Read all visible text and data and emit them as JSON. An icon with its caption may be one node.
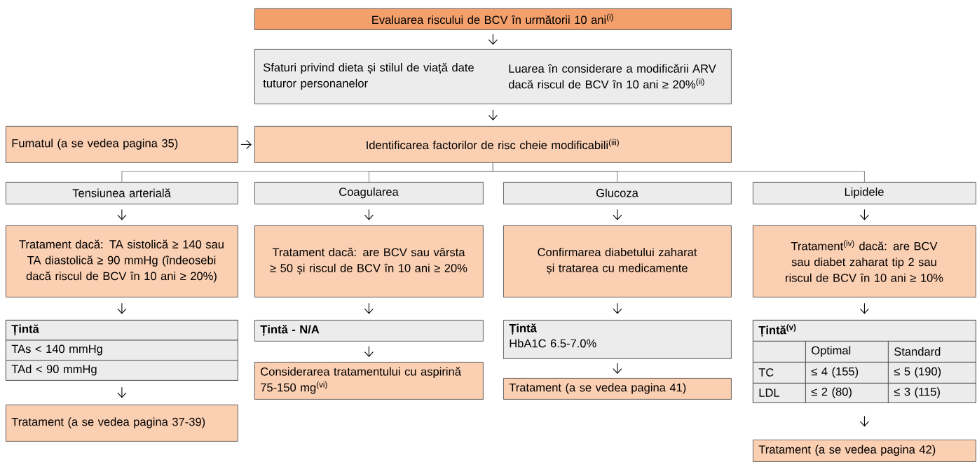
{
  "diagram": {
    "nodes": [
      {
        "text": [
          "Evaluarea riscului de BCV în următorii 10 ani$^{(i)}$"
        ]
      },
      {
        "text": [
          "Sfaturi privind dieta și stilul de viață date tuturor personanelor",
          "Luarea în considerare a modificării ARV dacă riscul de BCV în 10 ani ≥ 20%$^{(ii)}$"
        ]
      },
      {
        "text": [
          "Fumatul (a se vedea pagina 35)"
        ]
      },
      {
        "text": [
          "Identificarea factorilor de risc cheie modificabili$^{(iii)}$"
        ]
      },
      {
        "text": [
          "Tensiunea arterială"
        ]
      },
      {
        "text": [
          "Coagularea"
        ]
      },
      {
        "text": [
          "Glucoza"
        ]
      },
      {
        "text": [
          "Lipidele"
        ]
      },
      {
        "text": [
          "Tratament dacă: TA sistolică ≥ 140 sau TA diastolică ≥ 90 mmHg (îndeosebi dacă riscul de BCV în 10 ani ≥ 20%)"
        ]
      },
      {
        "text": [
          "Tratament dacă: are BCV sau vârsta ≥ 50 și riscul de BCV în 10 ani ≥ 20%"
        ]
      },
      {
        "text": [
          "Confirmarea diabetului zaharat și tratarea cu medicamente"
        ]
      },
      {
        "text": [
          "Tratament$^{(iv)}$ dacă: are BCV sau diabet zaharat tip 2 sau riscul de BCV în 10 ani ≥ 10%"
        ]
      },
      {
        "text": [
          "Țintă",
          "TAs < 140 mmHg",
          "TAd < 90 mmHg"
        ]
      },
      {
        "text": [
          "Țintă - N/A"
        ]
      },
      {
        "text": [
          "Țintă",
          "HbA1C 6.5-7.0%"
        ]
      },
      {
        "text": [
          "Țintă$^{(v)}$",
          "Optimal",
          "Standard",
          "TC",
          "≤ 4 (155)",
          "≤ 5 (190)",
          "LDL",
          "≤ 2 (80)",
          "≤ 3 (115)"
        ]
      },
      {
        "text": [
          "Tratament (a se vedea pagina 37-39)"
        ]
      },
      {
        "text": [
          "Considerarea tratamentului cu aspirină 75-150 mg$^{(vi)}$"
        ]
      },
      {
        "text": [
          "Tratament (a se vedea pagina 41)"
        ]
      },
      {
        "text": [
          "Tratament (a se vedea pagina 42)"
        ]
      }
    ],
    "edges": [
      {
        "from": 0,
        "to": 1,
        "arrow": "to"
      },
      {
        "from": 1,
        "to": 3,
        "arrow": "to"
      },
      {
        "from": 2,
        "to": 3,
        "arrow": "to"
      },
      {
        "from": 3,
        "to": 4,
        "arrow": "none",
        "color": "#8c8c8c"
      },
      {
        "from": 3,
        "to": 5,
        "arrow": "none",
        "color": "#8c8c8c"
      },
      {
        "from": 3,
        "to": 6,
        "arrow": "none",
        "color": "#8c8c8c"
      },
      {
        "from": 3,
        "to": 7,
        "arrow": "none",
        "color": "#8c8c8c"
      },
      {
        "from": 4,
        "to": 8,
        "arrow": "to"
      },
      {
        "from": 5,
        "to": 9,
        "arrow": "to"
      },
      {
        "from": 6,
        "to": 10,
        "arrow": "to"
      },
      {
        "from": 7,
        "to": 11,
        "arrow": "to"
      },
      {
        "from": 8,
        "to": 12,
        "arrow": "to"
      },
      {
        "from": 9,
        "to": 13,
        "arrow": "to"
      },
      {
        "from": 10,
        "to": 14,
        "arrow": "to"
      },
      {
        "from": 11,
        "to": 15,
        "arrow": "to"
      },
      {
        "from": 12,
        "to": 16,
        "arrow": "to"
      },
      {
        "from": 13,
        "to": 17,
        "arrow": "to"
      },
      {
        "from": 14,
        "to": 18,
        "arrow": "to"
      },
      {
        "from": 15,
        "to": 19,
        "arrow": "to"
      }
    ]
  }
}
